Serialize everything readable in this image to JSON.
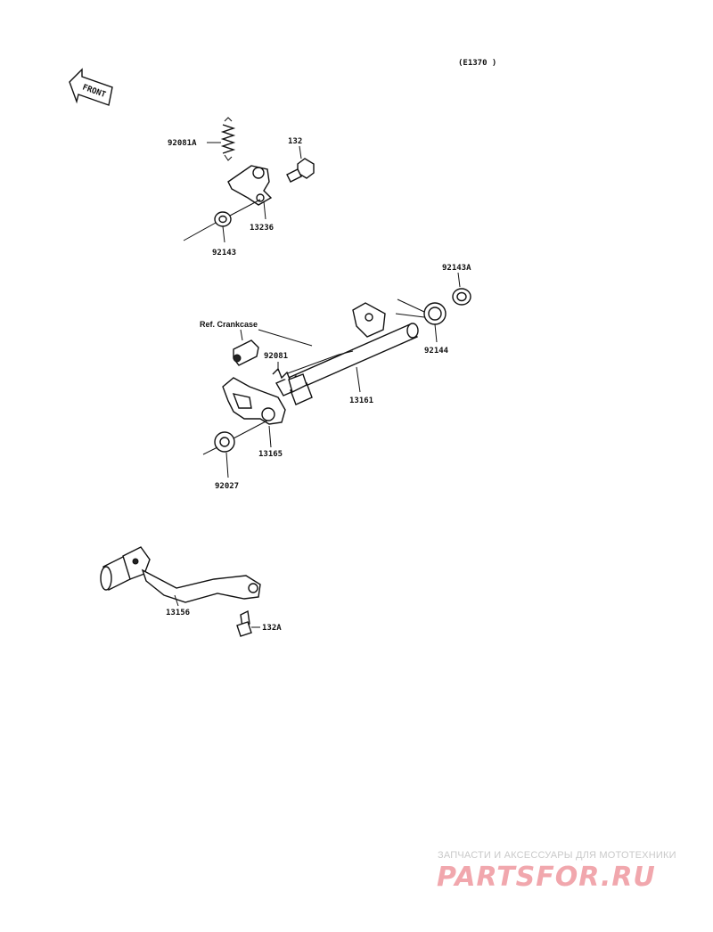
{
  "diagram": {
    "code": "(E1370 )",
    "front_label": "FRONT",
    "ref_label": "Ref. Crankcase",
    "parts": {
      "p92081A": "92081A",
      "p132": "132",
      "p13236": "13236",
      "p92143": "92143",
      "p92143A": "92143A",
      "p92144": "92144",
      "p92081": "92081",
      "p13161": "13161",
      "p13165": "13165",
      "p92027": "92027",
      "p13156": "13156",
      "p132A": "132A"
    }
  },
  "watermark": {
    "tagline": "ЗАПЧАСТИ И АКСЕССУАРЫ ДЛЯ МОТОТЕХНИКИ",
    "brand": "PARTSFOR.RU"
  }
}
